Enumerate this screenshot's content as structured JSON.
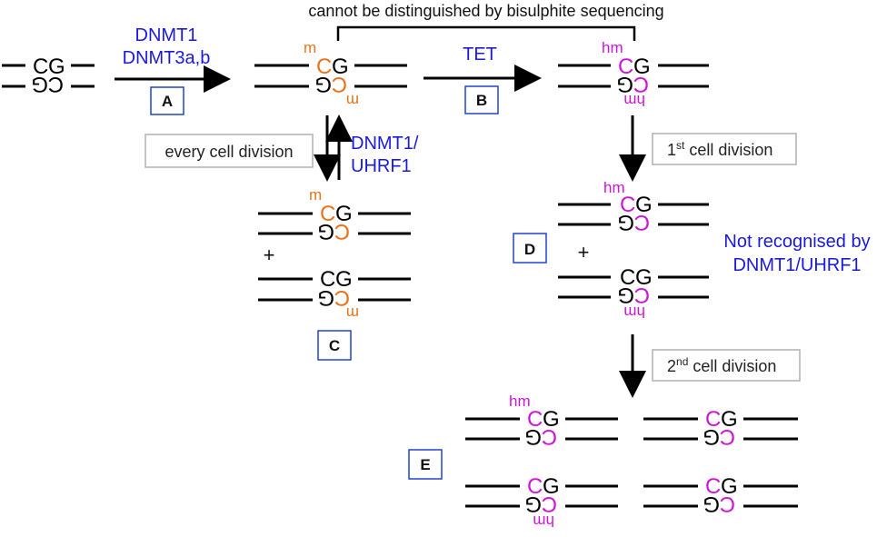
{
  "header_note": "cannot be distinguished by bisulphite sequencing",
  "enzymes": {
    "dnmt_a": "DNMT1",
    "dnmt_b": "DNMT3a,b",
    "tet": "TET",
    "maint_a": "DNMT1/",
    "maint_b": "UHRF1",
    "not_rec_a": "Not recognised by",
    "not_rec_b": "DNMT1/UHRF1"
  },
  "boxes": {
    "every_division": "every cell division",
    "first_division": "1",
    "first_sup": "st",
    "first_rest": " cell division",
    "second_division": "2",
    "second_sup": "nd",
    "second_rest": " cell division"
  },
  "steps": {
    "a": "A",
    "b": "B",
    "c": "C",
    "d": "D",
    "e": "E"
  },
  "bases": {
    "c": "C",
    "g": "G"
  },
  "marks": {
    "m": "m",
    "hm": "hm"
  },
  "plus": "+",
  "colors": {
    "blue": "#1a1adb",
    "orange": "#e8731c",
    "magenta": "#cc16d6",
    "black": "#000000",
    "box_border": "#2244cc",
    "note_border": "#b0b0b0"
  }
}
